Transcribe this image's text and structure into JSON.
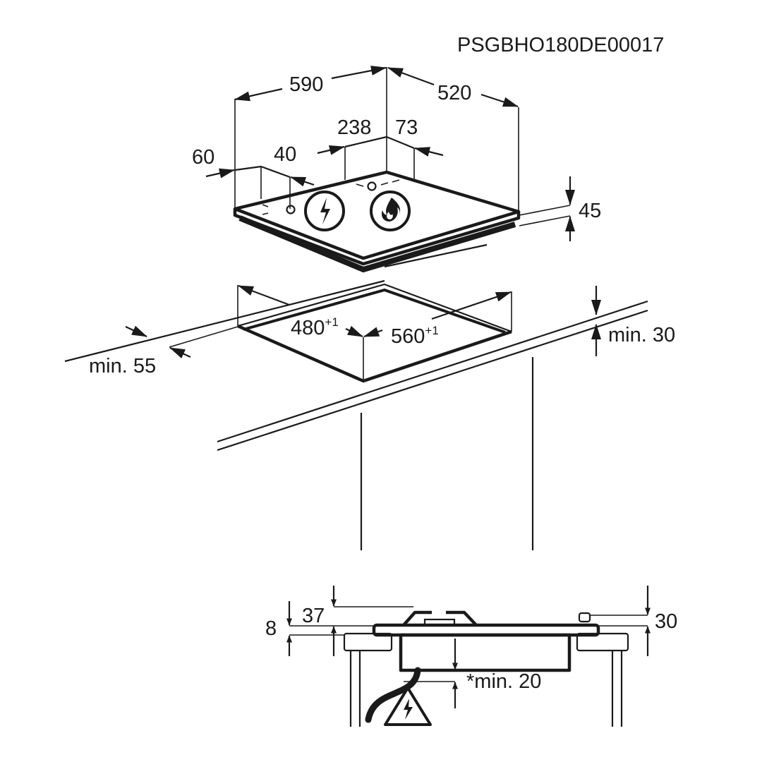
{
  "diagram": {
    "code": "PSGBHO180DE00017",
    "hob": {
      "width": "590",
      "depth": "520",
      "burner_offset": "238",
      "burner_back": "73",
      "knob_side": "60",
      "knob_spacing": "40",
      "height": "45",
      "symbols": [
        "electric-zone-icon",
        "gas-flame-icon"
      ]
    },
    "cutout": {
      "depth": "480",
      "depth_tolerance": "+1",
      "width": "560",
      "width_tolerance": "+1",
      "front_margin": "min. 55",
      "back_margin": "min. 30"
    },
    "side_view": {
      "plate": "8",
      "support_height": "37",
      "knob_height": "30",
      "clearance": "*min. 20",
      "warning": "electric-hazard-icon"
    }
  }
}
